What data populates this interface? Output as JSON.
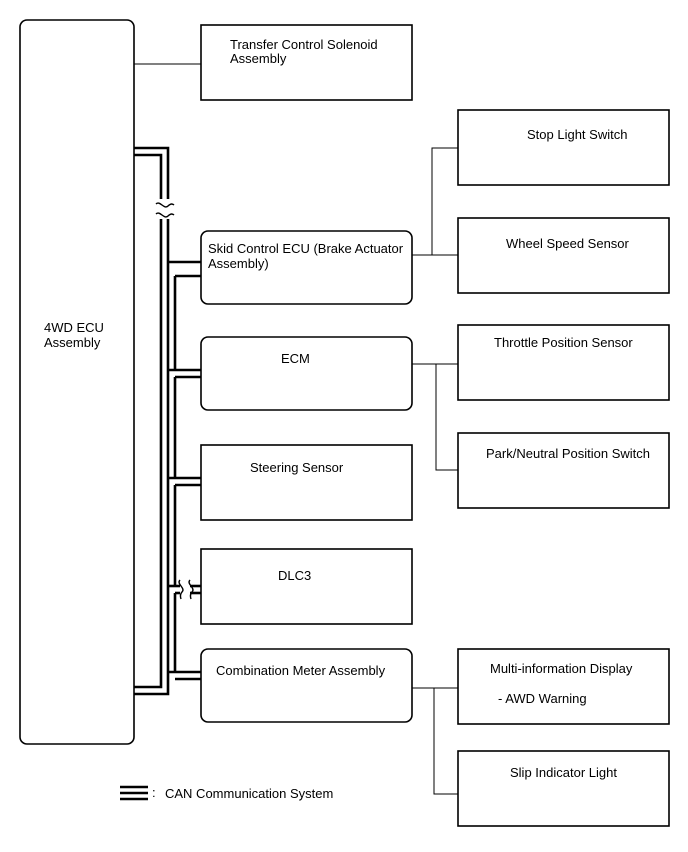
{
  "main_unit": {
    "line1": "4WD ECU",
    "line2": "Assembly"
  },
  "transfer": {
    "line1": "Transfer Control Solenoid",
    "line2": "Assembly"
  },
  "skid": {
    "line1": "Skid Control ECU (Brake Actuator",
    "line2": "Assembly)"
  },
  "ecm": {
    "label": "ECM"
  },
  "steering": {
    "label": "Steering Sensor"
  },
  "dlc3": {
    "label": "DLC3"
  },
  "combo": {
    "label": "Combination Meter Assembly"
  },
  "stop_light": {
    "label": "Stop Light Switch"
  },
  "wheel_speed": {
    "label": "Wheel Speed Sensor"
  },
  "throttle": {
    "label": "Throttle Position Sensor"
  },
  "park_neutral": {
    "label": "Park/Neutral Position Switch"
  },
  "multi_info": {
    "line1": "Multi-information Display",
    "line2": "- AWD Warning"
  },
  "slip": {
    "label": "Slip Indicator Light"
  },
  "legend": {
    "colon": ":",
    "label": "CAN Communication System"
  }
}
